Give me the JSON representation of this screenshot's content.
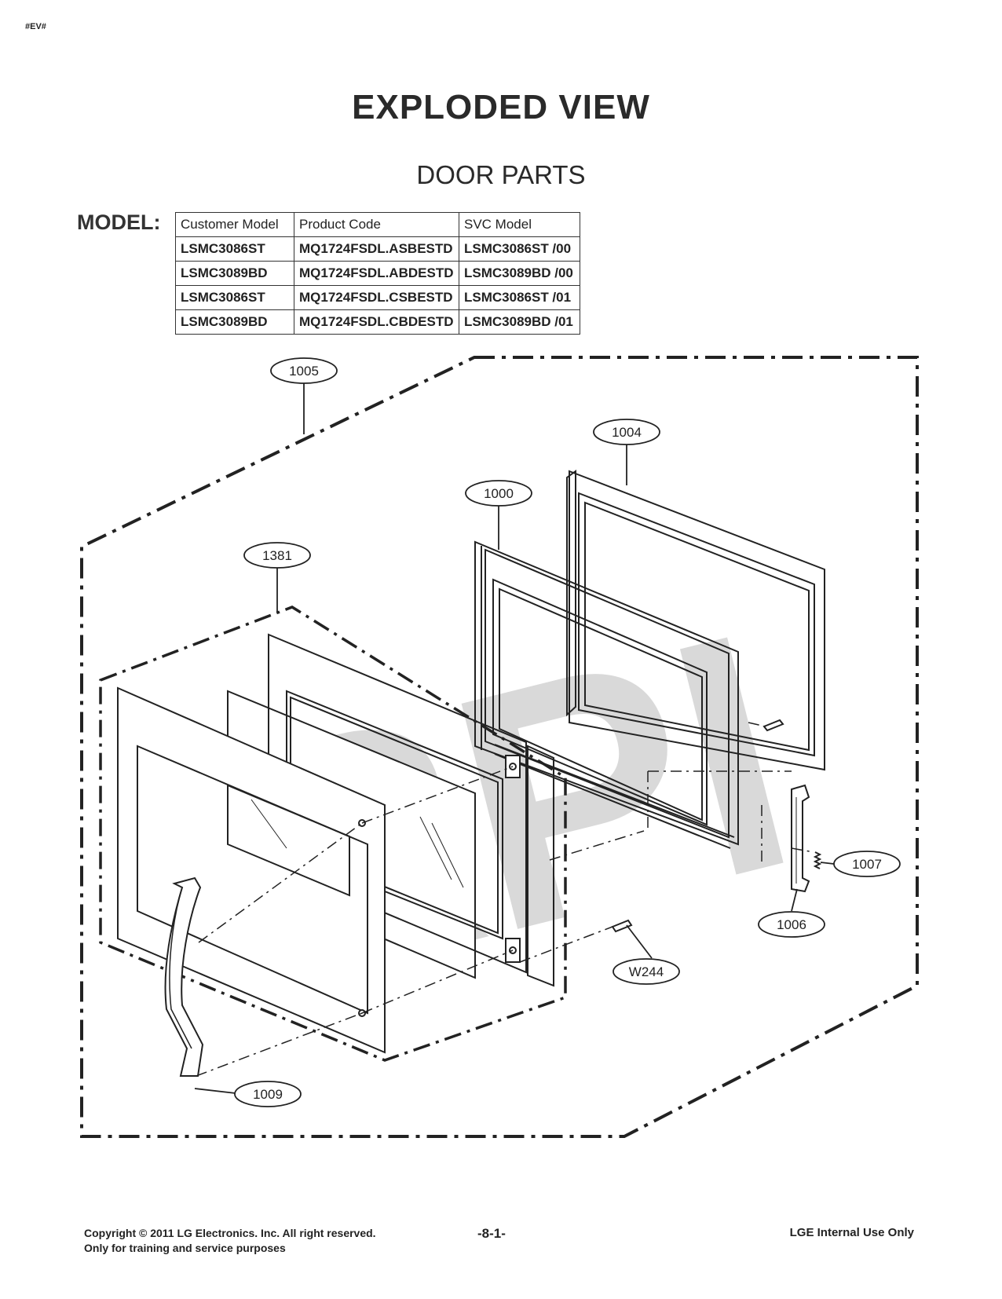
{
  "doc_tag": "#EV#",
  "title": "EXPLODED VIEW",
  "subtitle": "DOOR PARTS",
  "model_label": "MODEL:",
  "model_table": {
    "headers": [
      "Customer Model",
      "Product Code",
      "SVC Model"
    ],
    "rows": [
      [
        "LSMC3086ST",
        "MQ1724FSDL.ASBESTD",
        "LSMC3086ST /00"
      ],
      [
        "LSMC3089BD",
        "MQ1724FSDL.ABDESTD",
        "LSMC3089BD /00"
      ],
      [
        "LSMC3086ST",
        "MQ1724FSDL.CSBESTD",
        "LSMC3086ST /01"
      ],
      [
        "LSMC3089BD",
        "MQ1724FSDL.CBDESTD",
        "LSMC3089BD /01"
      ]
    ]
  },
  "watermark": "RPI",
  "part_callouts": {
    "c1005": "1005",
    "c1004": "1004",
    "c1000": "1000",
    "c1381": "1381",
    "c1007": "1007",
    "c1006": "1006",
    "cW244": "W244",
    "c1009": "1009"
  },
  "footer": {
    "copyright_line1": "Copyright © 2011 LG Electronics. Inc. All right reserved.",
    "copyright_line2": "Only for training and service purposes",
    "page_number": "-8-1-",
    "internal": "LGE Internal Use Only"
  }
}
